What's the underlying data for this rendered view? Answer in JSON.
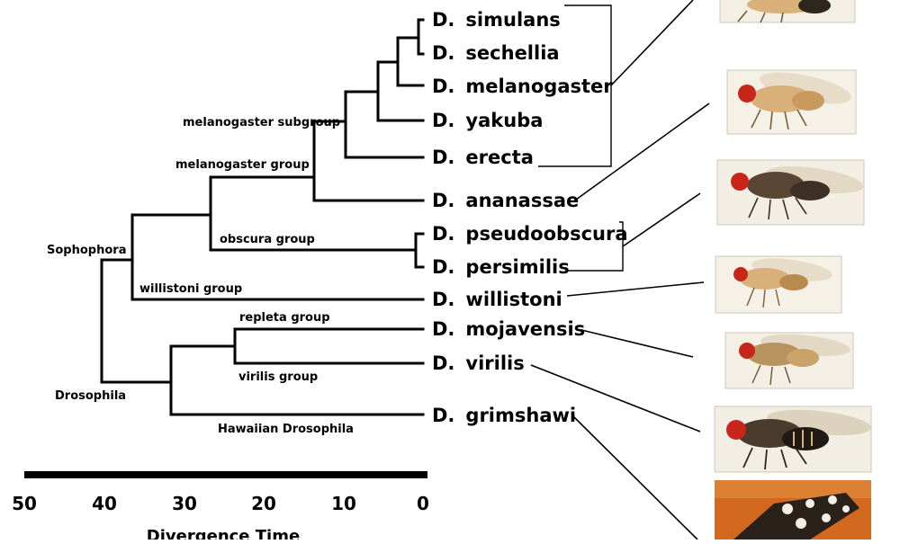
{
  "tree": {
    "species": [
      {
        "id": "simulans",
        "prefix": "D.",
        "name": "simulans"
      },
      {
        "id": "sechellia",
        "prefix": "D.",
        "name": "sechellia"
      },
      {
        "id": "melanogaster",
        "prefix": "D.",
        "name": "melanogaster"
      },
      {
        "id": "yakuba",
        "prefix": "D.",
        "name": "yakuba"
      },
      {
        "id": "erecta",
        "prefix": "D.",
        "name": "erecta"
      },
      {
        "id": "ananassae",
        "prefix": "D.",
        "name": "ananassae"
      },
      {
        "id": "pseudoobscura",
        "prefix": "D.",
        "name": "pseudoobscura"
      },
      {
        "id": "persimilis",
        "prefix": "D.",
        "name": "persimilis"
      },
      {
        "id": "willistoni",
        "prefix": "D.",
        "name": "willistoni"
      },
      {
        "id": "mojavensis",
        "prefix": "D.",
        "name": "mojavensis"
      },
      {
        "id": "virilis",
        "prefix": "D.",
        "name": "virilis"
      },
      {
        "id": "grimshawi",
        "prefix": "D.",
        "name": "grimshawi"
      }
    ],
    "clade_labels": {
      "melanogaster_subgroup": "melanogaster subgroup",
      "melanogaster_group": "melanogaster group",
      "obscura_group": "obscura group",
      "willistoni_group": "willistoni group",
      "sophophora": "Sophophora",
      "repleta_group": "repleta group",
      "virilis_group": "virilis group",
      "drosophila": "Drosophila",
      "hawaiian_drosophila": "Hawaiian Drosophila"
    }
  },
  "axis": {
    "title": "Divergence Time",
    "range": [
      50,
      0
    ],
    "ticks": [
      "50",
      "40",
      "30",
      "20",
      "10",
      "0"
    ]
  },
  "photos": {
    "palette": {
      "tan": "#d9b07a",
      "dark": "#4a3b2c",
      "eye": "#c8261a",
      "wing": "#e6dcc8",
      "background": "#f4efe4",
      "orange_background": "#d2691e"
    }
  }
}
